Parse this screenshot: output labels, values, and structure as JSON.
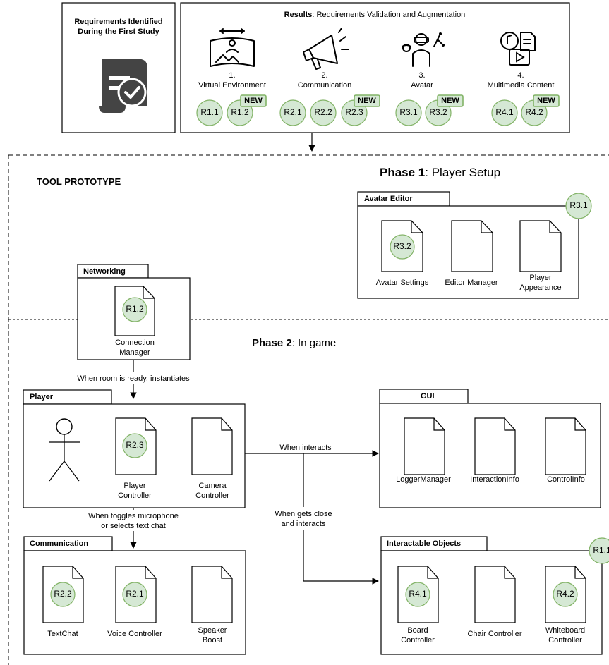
{
  "requirements_box": {
    "title_line1": "Requirements Identified",
    "title_line2": "During the First Study"
  },
  "results": {
    "title_bold": "Results",
    "title_rest": ": Requirements Validation and Augmentation",
    "new_badge": "NEW",
    "categories": [
      {
        "num": "1.",
        "name": "Virtual Environment",
        "icon": "vr-environment-icon",
        "reqs": [
          "R1.1",
          "R1.2"
        ]
      },
      {
        "num": "2.",
        "name": "Communication",
        "icon": "megaphone-icon",
        "reqs": [
          "R2.1",
          "R2.2",
          "R2.3"
        ]
      },
      {
        "num": "3.",
        "name": "Avatar",
        "icon": "avatar-vr-icon",
        "reqs": [
          "R3.1",
          "R3.2"
        ]
      },
      {
        "num": "4.",
        "name": "Multimedia Content",
        "icon": "multimedia-icon",
        "reqs": [
          "R4.1",
          "R4.2"
        ]
      }
    ]
  },
  "prototype": {
    "title": "TOOL PROTOTYPE"
  },
  "phase1": {
    "bold": "Phase 1",
    "rest": ": Player Setup"
  },
  "phase2": {
    "bold": "Phase 2",
    "rest": ": In game"
  },
  "packages": {
    "avatar_editor": {
      "title": "Avatar Editor",
      "req": "R3.1",
      "files": [
        {
          "req": "R3.2",
          "l1": "Avatar Settings",
          "l2": ""
        },
        {
          "req": "",
          "l1": "Editor Manager",
          "l2": ""
        },
        {
          "req": "",
          "l1": "Player",
          "l2": "Appearance"
        }
      ]
    },
    "networking": {
      "title": "Networking",
      "files": [
        {
          "req": "R1.2",
          "l1": "Connection",
          "l2": "Manager"
        }
      ]
    },
    "player": {
      "title": "Player",
      "files": [
        {
          "req": "R2.3",
          "l1": "Player",
          "l2": "Controller"
        },
        {
          "req": "",
          "l1": "Camera",
          "l2": "Controller"
        }
      ]
    },
    "gui": {
      "title": "GUI",
      "files": [
        {
          "req": "",
          "l1": "LoggerManager",
          "l2": ""
        },
        {
          "req": "",
          "l1": "InteractionInfo",
          "l2": ""
        },
        {
          "req": "",
          "l1": "ControlInfo",
          "l2": ""
        }
      ]
    },
    "communication": {
      "title": "Communication",
      "files": [
        {
          "req": "R2.2",
          "l1": "TextChat",
          "l2": ""
        },
        {
          "req": "R2.1",
          "l1": "Voice Controller",
          "l2": ""
        },
        {
          "req": "",
          "l1": "Speaker",
          "l2": "Boost"
        }
      ]
    },
    "interactable": {
      "title": "Interactable Objects",
      "req": "R1.1",
      "files": [
        {
          "req": "R4.1",
          "l1": "Board",
          "l2": "Controller"
        },
        {
          "req": "",
          "l1": "Chair Controller",
          "l2": ""
        },
        {
          "req": "R4.2",
          "l1": "Whiteboard",
          "l2": "Controller"
        }
      ]
    }
  },
  "edges": {
    "room_ready": "When room is ready, instantiates",
    "interacts": "When interacts",
    "gets_close_1": "When gets close",
    "gets_close_2": "and interacts",
    "toggles_1": "When toggles microphone",
    "toggles_2": "or selects text chat"
  }
}
